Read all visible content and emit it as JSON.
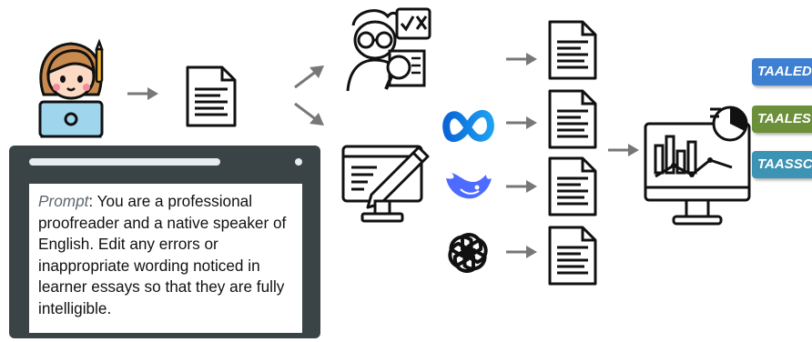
{
  "prompt": {
    "label": "Prompt",
    "text": ": You are a professional proofreader and a native speaker of English. Edit any errors or inappropriate wording noticed in learner essays so that they are fully intelligible."
  },
  "tools": [
    {
      "label": "TAALED",
      "color": "#3d7fd1"
    },
    {
      "label": "TAALES",
      "color": "#6c8f3a"
    },
    {
      "label": "TAASSC",
      "color": "#3c93b3"
    }
  ],
  "icons": {
    "user": "user-laptop-icon",
    "essay": "document-icon",
    "proofreader": "proofreader-icon",
    "editing": "computer-edit-icon",
    "meta": "meta-logo-icon",
    "deepseek": "deepseek-logo-icon",
    "openai": "openai-logo-icon",
    "analysis": "analytics-computer-icon"
  }
}
